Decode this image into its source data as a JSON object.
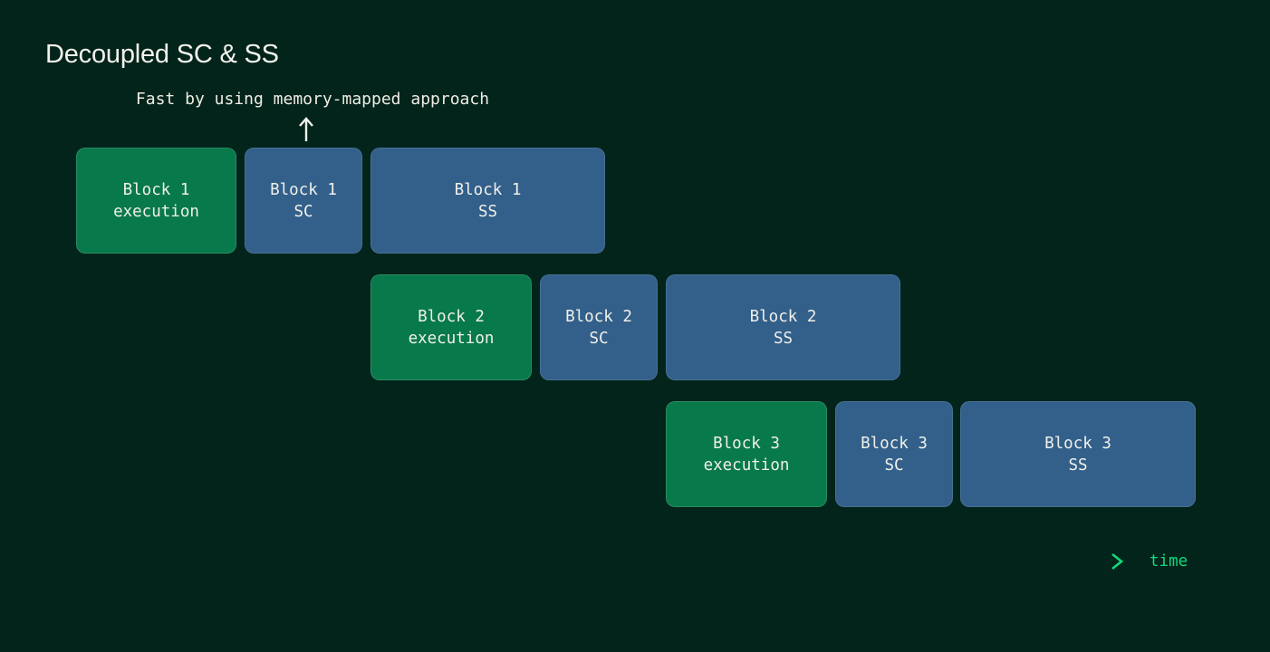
{
  "title": "Decoupled SC & SS",
  "annotation": {
    "text": "Fast by using memory-mapped approach",
    "arrow_icon": "arrow-up"
  },
  "blocks": [
    {
      "row": 1,
      "col": 1,
      "line1": "Block 1",
      "line2": "execution",
      "type": "execution"
    },
    {
      "row": 1,
      "col": 2,
      "line1": "Block 1",
      "line2": "SC",
      "type": "sc"
    },
    {
      "row": 1,
      "col": 3,
      "line1": "Block 1",
      "line2": "SS",
      "type": "ss"
    },
    {
      "row": 2,
      "col": 1,
      "line1": "Block 2",
      "line2": "execution",
      "type": "execution"
    },
    {
      "row": 2,
      "col": 2,
      "line1": "Block 2",
      "line2": "SC",
      "type": "sc"
    },
    {
      "row": 2,
      "col": 3,
      "line1": "Block 2",
      "line2": "SS",
      "type": "ss"
    },
    {
      "row": 3,
      "col": 1,
      "line1": "Block 3",
      "line2": "execution",
      "type": "execution"
    },
    {
      "row": 3,
      "col": 2,
      "line1": "Block 3",
      "line2": "SC",
      "type": "sc"
    },
    {
      "row": 3,
      "col": 3,
      "line1": "Block 3",
      "line2": "SS",
      "type": "ss"
    }
  ],
  "timeline": {
    "label": "time",
    "arrow_icon": "arrow-right"
  },
  "colors": {
    "background": "#03241A",
    "execution_block": "#08794A",
    "snapshot_block": "#33608A",
    "timeline_bright": "#0FD97C",
    "timeline_dim": "#10503formatted4",
    "text": "#F0F0EA"
  }
}
